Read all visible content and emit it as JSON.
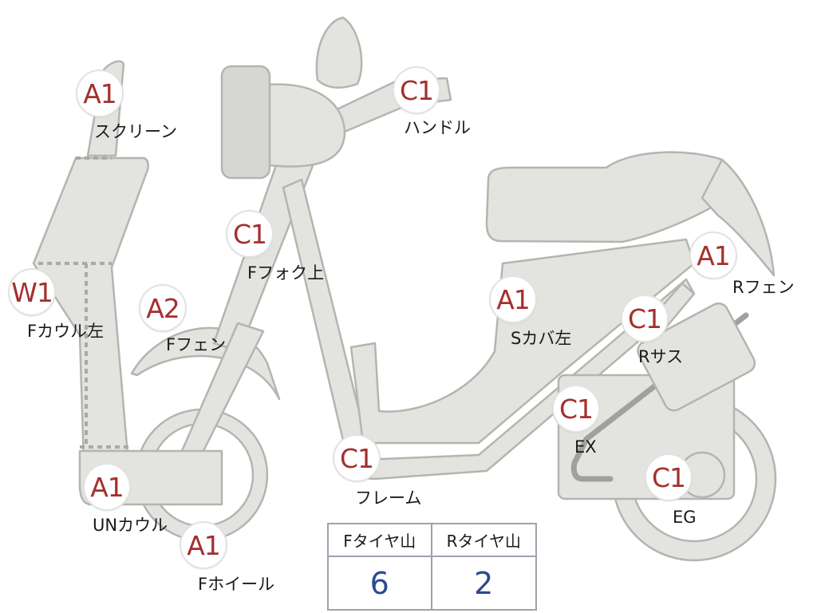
{
  "markers": [
    {
      "id": "screen",
      "grade": "A1",
      "label": "スクリーン"
    },
    {
      "id": "handle",
      "grade": "C1",
      "label": "ハンドル"
    },
    {
      "id": "ffork",
      "grade": "C1",
      "label": "Fフォク上"
    },
    {
      "id": "fcowl",
      "grade": "W1",
      "label": "Fカウル左"
    },
    {
      "id": "ffender",
      "grade": "A2",
      "label": "Fフェン"
    },
    {
      "id": "scover",
      "grade": "A1",
      "label": "Sカバ左"
    },
    {
      "id": "rfender",
      "grade": "A1",
      "label": "Rフェン"
    },
    {
      "id": "rsus",
      "grade": "C1",
      "label": "Rサス"
    },
    {
      "id": "ex",
      "grade": "C1",
      "label": "EX"
    },
    {
      "id": "frame",
      "grade": "C1",
      "label": "フレーム"
    },
    {
      "id": "eg",
      "grade": "C1",
      "label": "EG"
    },
    {
      "id": "uncowl",
      "grade": "A1",
      "label": "UNカウル"
    },
    {
      "id": "fwheel",
      "grade": "A1",
      "label": "Fホイール"
    }
  ],
  "tire_table": {
    "front_header": "Fタイヤ山",
    "rear_header": "Rタイヤ山",
    "front_value": "6",
    "rear_value": "2"
  },
  "colors": {
    "part_fill": "#e3e3e0",
    "part_stroke": "#b4b4b0",
    "grade_text": "#a3302e",
    "value_text": "#2b4a8f"
  }
}
